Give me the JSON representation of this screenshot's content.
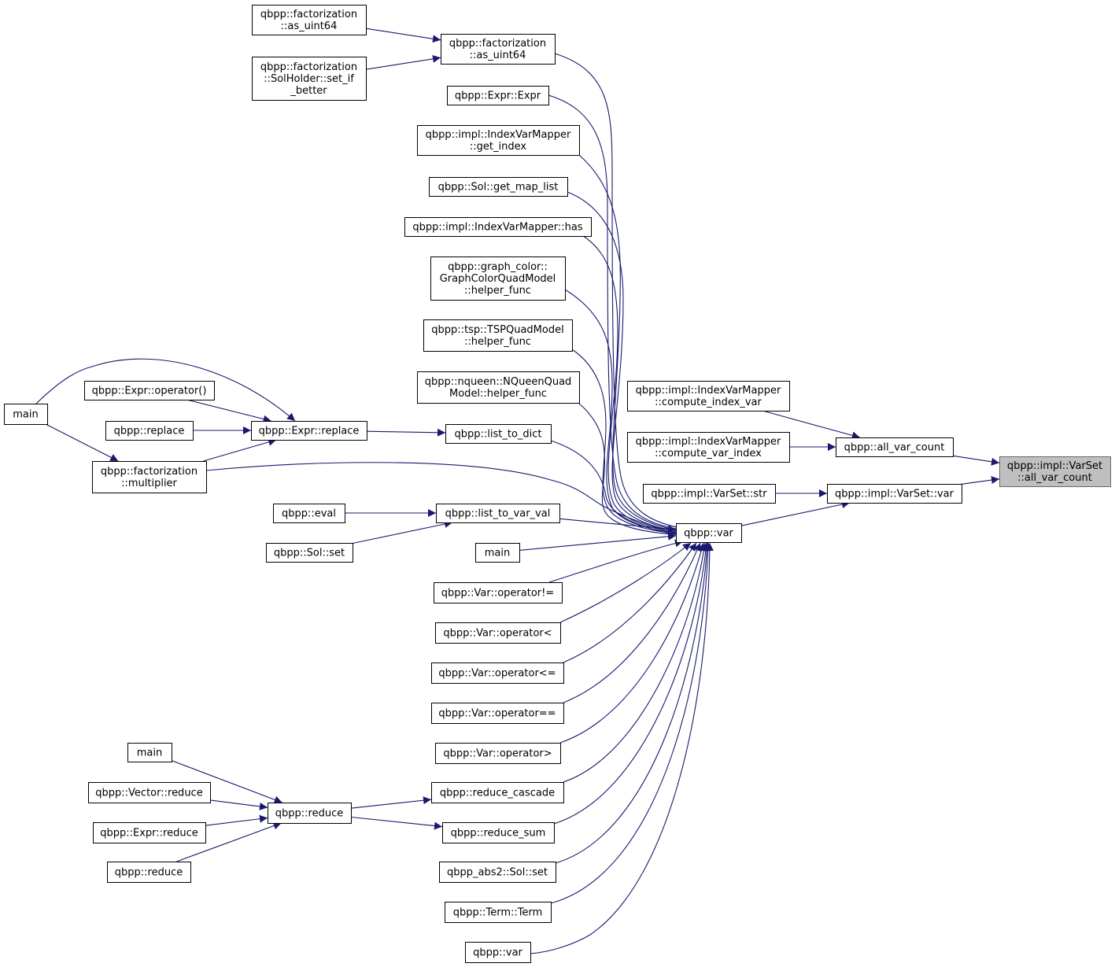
{
  "nodes": [
    {
      "id": "n_target",
      "label": [
        "qbpp::impl::VarSet",
        "::all_var_count"
      ],
      "current": true
    },
    {
      "id": "n_allvar",
      "label": [
        "qbpp::all_var_count"
      ]
    },
    {
      "id": "n_var_member",
      "label": [
        "qbpp::impl::VarSet::var"
      ]
    },
    {
      "id": "n_civ",
      "label": [
        "qbpp::impl::IndexVarMapper",
        "::compute_index_var"
      ]
    },
    {
      "id": "n_cvi",
      "label": [
        "qbpp::impl::IndexVarMapper",
        "::compute_var_index"
      ]
    },
    {
      "id": "n_str",
      "label": [
        "qbpp::impl::VarSet::str"
      ]
    },
    {
      "id": "n_var",
      "label": [
        "qbpp::var"
      ]
    },
    {
      "id": "n_asu_b",
      "label": [
        "qbpp::factorization",
        "::as_uint64"
      ]
    },
    {
      "id": "n_asu_a",
      "label": [
        "qbpp::factorization",
        "::as_uint64"
      ]
    },
    {
      "id": "n_setif",
      "label": [
        "qbpp::factorization",
        "::SolHolder::set_if",
        "_better"
      ]
    },
    {
      "id": "n_exprexpr",
      "label": [
        "qbpp::Expr::Expr"
      ]
    },
    {
      "id": "n_getidx",
      "label": [
        "qbpp::impl::IndexVarMapper",
        "::get_index"
      ]
    },
    {
      "id": "n_getmap",
      "label": [
        "qbpp::Sol::get_map_list"
      ]
    },
    {
      "id": "n_has",
      "label": [
        "qbpp::impl::IndexVarMapper::has"
      ]
    },
    {
      "id": "n_gc",
      "label": [
        "qbpp::graph_color::",
        "GraphColorQuadModel",
        "::helper_func"
      ]
    },
    {
      "id": "n_tsp",
      "label": [
        "qbpp::tsp::TSPQuadModel",
        "::helper_func"
      ]
    },
    {
      "id": "n_nq",
      "label": [
        "qbpp::nqueen::NQueenQuad",
        "Model::helper_func"
      ]
    },
    {
      "id": "n_l2d",
      "label": [
        "qbpp::list_to_dict"
      ]
    },
    {
      "id": "n_exprreplace",
      "label": [
        "qbpp::Expr::replace"
      ]
    },
    {
      "id": "n_main1",
      "label": [
        "main"
      ]
    },
    {
      "id": "n_exprop",
      "label": [
        "qbpp::Expr::operator()"
      ]
    },
    {
      "id": "n_replace",
      "label": [
        "qbpp::replace"
      ]
    },
    {
      "id": "n_mult",
      "label": [
        "qbpp::factorization",
        "::multiplier"
      ]
    },
    {
      "id": "n_l2vv",
      "label": [
        "qbpp::list_to_var_val"
      ]
    },
    {
      "id": "n_eval",
      "label": [
        "qbpp::eval"
      ]
    },
    {
      "id": "n_solset",
      "label": [
        "qbpp::Sol::set"
      ]
    },
    {
      "id": "n_main2",
      "label": [
        "main"
      ]
    },
    {
      "id": "n_opne",
      "label": [
        "qbpp::Var::operator!="
      ]
    },
    {
      "id": "n_oplt",
      "label": [
        "qbpp::Var::operator<"
      ]
    },
    {
      "id": "n_ople",
      "label": [
        "qbpp::Var::operator<="
      ]
    },
    {
      "id": "n_opeq",
      "label": [
        "qbpp::Var::operator=="
      ]
    },
    {
      "id": "n_opgt",
      "label": [
        "qbpp::Var::operator>"
      ]
    },
    {
      "id": "n_redcas",
      "label": [
        "qbpp::reduce_cascade"
      ]
    },
    {
      "id": "n_redsum",
      "label": [
        "qbpp::reduce_sum"
      ]
    },
    {
      "id": "n_abs2",
      "label": [
        "qbpp_abs2::Sol::set"
      ]
    },
    {
      "id": "n_term",
      "label": [
        "qbpp::Term::Term"
      ]
    },
    {
      "id": "n_var2",
      "label": [
        "qbpp::var"
      ]
    },
    {
      "id": "n_reduce",
      "label": [
        "qbpp::reduce"
      ]
    },
    {
      "id": "n_main3",
      "label": [
        "main"
      ]
    },
    {
      "id": "n_vecred",
      "label": [
        "qbpp::Vector::reduce"
      ]
    },
    {
      "id": "n_exprred",
      "label": [
        "qbpp::Expr::reduce"
      ]
    },
    {
      "id": "n_reduce2",
      "label": [
        "qbpp::reduce"
      ]
    }
  ],
  "edges": [
    {
      "from": "n_allvar",
      "to": "n_target"
    },
    {
      "from": "n_var_member",
      "to": "n_target"
    },
    {
      "from": "n_civ",
      "to": "n_allvar"
    },
    {
      "from": "n_cvi",
      "to": "n_allvar"
    },
    {
      "from": "n_var",
      "to": "n_var_member"
    },
    {
      "from": "n_str",
      "to": "n_var_member"
    },
    {
      "from": "n_asu_a",
      "to": "n_var"
    },
    {
      "from": "n_asu_b",
      "to": "n_asu_a"
    },
    {
      "from": "n_setif",
      "to": "n_asu_a"
    },
    {
      "from": "n_exprexpr",
      "to": "n_var"
    },
    {
      "from": "n_getidx",
      "to": "n_var"
    },
    {
      "from": "n_getmap",
      "to": "n_var"
    },
    {
      "from": "n_has",
      "to": "n_var"
    },
    {
      "from": "n_gc",
      "to": "n_var"
    },
    {
      "from": "n_tsp",
      "to": "n_var"
    },
    {
      "from": "n_nq",
      "to": "n_var"
    },
    {
      "from": "n_l2d",
      "to": "n_var"
    },
    {
      "from": "n_exprreplace",
      "to": "n_l2d"
    },
    {
      "from": "n_main1",
      "to": "n_exprreplace"
    },
    {
      "from": "n_exprop",
      "to": "n_exprreplace"
    },
    {
      "from": "n_replace",
      "to": "n_exprreplace"
    },
    {
      "from": "n_mult",
      "to": "n_exprreplace"
    },
    {
      "from": "n_main1",
      "to": "n_mult"
    },
    {
      "from": "n_mult",
      "to": "n_var"
    },
    {
      "from": "n_l2vv",
      "to": "n_var"
    },
    {
      "from": "n_eval",
      "to": "n_l2vv"
    },
    {
      "from": "n_solset",
      "to": "n_l2vv"
    },
    {
      "from": "n_main2",
      "to": "n_var"
    },
    {
      "from": "n_opne",
      "to": "n_var"
    },
    {
      "from": "n_oplt",
      "to": "n_var"
    },
    {
      "from": "n_ople",
      "to": "n_var"
    },
    {
      "from": "n_opeq",
      "to": "n_var"
    },
    {
      "from": "n_opgt",
      "to": "n_var"
    },
    {
      "from": "n_redcas",
      "to": "n_var"
    },
    {
      "from": "n_redsum",
      "to": "n_var"
    },
    {
      "from": "n_abs2",
      "to": "n_var"
    },
    {
      "from": "n_term",
      "to": "n_var"
    },
    {
      "from": "n_var2",
      "to": "n_var"
    },
    {
      "from": "n_reduce",
      "to": "n_redcas"
    },
    {
      "from": "n_reduce",
      "to": "n_redsum"
    },
    {
      "from": "n_main3",
      "to": "n_reduce"
    },
    {
      "from": "n_vecred",
      "to": "n_reduce"
    },
    {
      "from": "n_exprred",
      "to": "n_reduce"
    },
    {
      "from": "n_reduce2",
      "to": "n_reduce"
    }
  ],
  "colors": {
    "edge": "#191970",
    "current_fill": "#bfbfbf",
    "node_stroke": "#000000"
  }
}
